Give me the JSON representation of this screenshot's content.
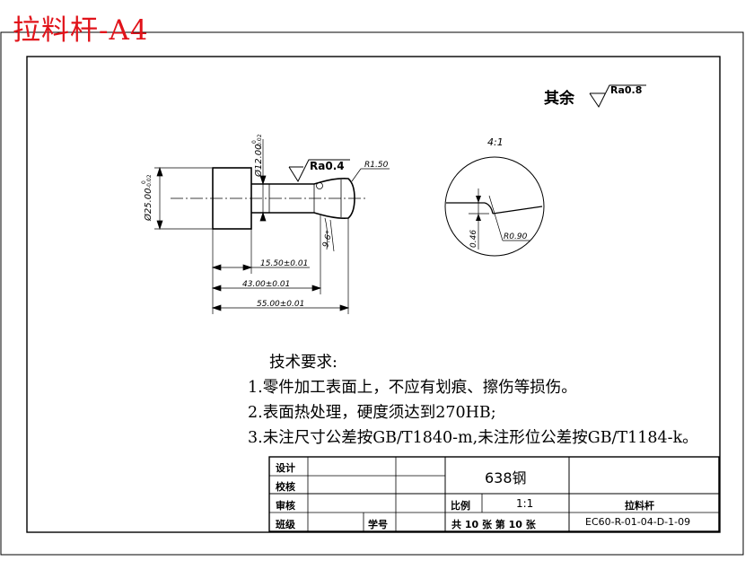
{
  "document": {
    "title": "拉料杆-A4"
  },
  "drawing": {
    "roughness_other": "Ra0.8",
    "roughness_other_prefix": "其余",
    "roughness_main": "Ra0.4",
    "radius_tip": "R1.50",
    "diameter_small": "Ø12.00",
    "diameter_small_tol_upper": "0",
    "diameter_small_tol_lower": "-0.02",
    "diameter_large": "Ø25.00",
    "diameter_large_tol_upper": "0",
    "diameter_large_tol_lower": "-0.02",
    "angle": "9.6°",
    "dim_1": "15.50±0.01",
    "dim_2": "43.00±0.01",
    "dim_3": "55.00±0.01",
    "detail_scale": "4:1",
    "detail_depth": "0.46",
    "detail_radius": "R0.90"
  },
  "notes": {
    "heading": "技术要求:",
    "items": [
      "1.零件加工表面上，不应有划痕、擦伤等损伤。",
      "2.表面热处理，硬度须达到270HB;",
      "3.未注尺寸公差按GB/T1840-m,未注形位公差按GB/T1184-k。"
    ]
  },
  "title_block": {
    "design": "设计",
    "check": "校核",
    "review": "审核",
    "class": "班级",
    "student_no": "学号",
    "material": "638钢",
    "scale_label": "比例",
    "scale_value": "1:1",
    "part_name": "拉料杆",
    "sheets": "共 10 张 第 10 张",
    "drawing_no": "EC60-R-01-04-D-1-09"
  }
}
